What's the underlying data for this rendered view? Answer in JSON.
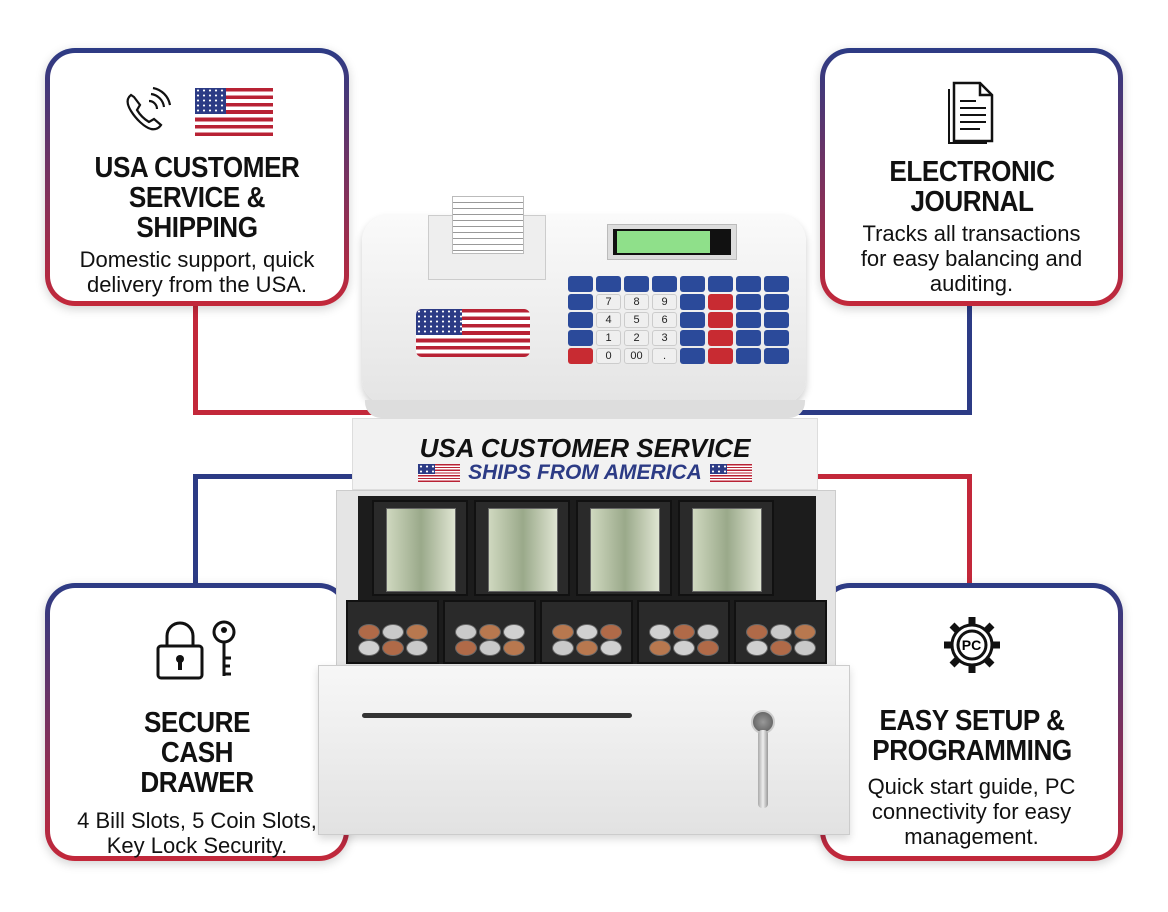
{
  "features": {
    "top_left": {
      "title": "USA CUSTOMER SERVICE & SHIPPING",
      "text": "Domestic support, quick delivery from the USA.",
      "icons": [
        "phone-icon",
        "us-flag-icon"
      ]
    },
    "top_right": {
      "title": "ELECTRONIC JOURNAL",
      "text": "Tracks all transactions for easy balancing and auditing.",
      "icons": [
        "document-icon"
      ]
    },
    "bottom_left": {
      "title": "SECURE CASH DRAWER",
      "text": "4 Bill Slots, 5 Coin Slots, Key Lock Security.",
      "icons": [
        "padlock-icon",
        "key-icon"
      ]
    },
    "bottom_right": {
      "title": "EASY SETUP & PROGRAMMING",
      "text": "Quick start guide, PC connectivity for easy management.",
      "icons": [
        "gear-pc-icon"
      ],
      "icon_label": "PC"
    }
  },
  "register": {
    "banner_line1": "USA CUSTOMER SERVICE",
    "banner_line2": "SHIPS FROM AMERICA",
    "keypad_digits": [
      "7",
      "8",
      "9",
      "4",
      "5",
      "6",
      "1",
      "2",
      "3",
      "0",
      "00",
      "."
    ]
  },
  "colors": {
    "blue": "#2c3b85",
    "red": "#c3283a",
    "display_green": "#8fe08a"
  }
}
